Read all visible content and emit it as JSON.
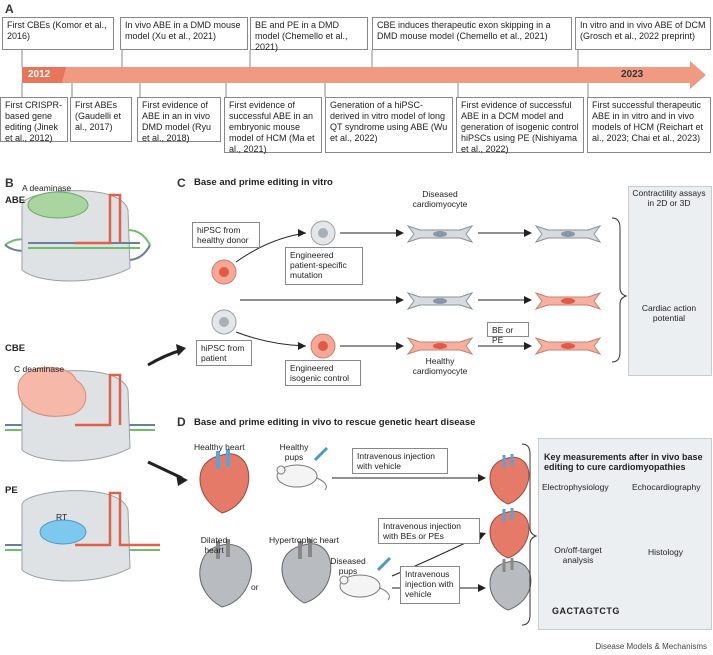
{
  "panels": {
    "a": "A",
    "b": "B",
    "c": "C",
    "d": "D"
  },
  "timeline": {
    "year_start": "2012",
    "year_end": "2023",
    "top": [
      "First CBEs (Komor et al., 2016)",
      "In vivo ABE in a DMD mouse model (Xu et al., 2021)",
      "BE and PE in a DMD model (Chemello et al., 2021)",
      "CBE induces therapeutic exon skipping in a DMD mouse model (Chemello et al., 2021)",
      "In vitro and in vivo ABE of DCM (Grosch et al., 2022 preprint)"
    ],
    "bottom": [
      "First CRISPR-based gene editing (Jinek et al., 2012)",
      "First ABEs (Gaudelli et al., 2017)",
      "First evidence of ABE in an in vivo DMD model (Ryu et al., 2018)",
      "First evidence of successful ABE in an embryonic mouse model of HCM (Ma et al., 2021)",
      "Generation of a hiPSC-derived in vitro model of long QT syndrome using ABE (Wu et al., 2022)",
      "First evidence of successful ABE in a DCM model and generation of isogenic control hiPSCs using PE (Nishiyama et al., 2022)",
      "First successful therapeutic ABE in in vitro and in vivo models of HCM (Reichart et al., 2023; Chai et al., 2023)"
    ]
  },
  "editors": {
    "abe": {
      "title": "ABE",
      "enzyme": "A deaminase"
    },
    "cbe": {
      "title": "CBE",
      "enzyme": "C deaminase"
    },
    "pe": {
      "title": "PE",
      "enzyme": "RT"
    }
  },
  "invitro": {
    "title": "Base and prime editing in vitro",
    "diseased": "Diseased cardiomyocyte",
    "hipsc_healthy": "hiPSC from healthy donor",
    "engineered_patient": "Engineered patient-specific mutation",
    "hipsc_patient": "hiPSC from patient",
    "engineered_iso": "Engineered isogenic control",
    "be_or_pe": "BE or PE",
    "healthy": "Healthy cardiomyocyte",
    "contractility": "Contractility assays in 2D or 3D",
    "action_potential": "Cardiac action potential"
  },
  "invivo": {
    "title": "Base and prime editing in vivo to rescue genetic heart disease",
    "healthy_heart": "Healthy heart",
    "healthy_pups": "Healthy pups",
    "inj_vehicle": "Intravenous injection with vehicle",
    "dilated": "Dilated heart",
    "or": "or",
    "hypertrophic": "Hypertrophic heart",
    "inj_be": "Intravenous injection with BEs or PEs",
    "diseased_pups": "Diseased pups",
    "inj_vehicle2": "Intravenous injection with vehicle",
    "key_title": "Key measurements after in vivo base editing to cure cardiomyopathies",
    "electro": "Electrophysiology",
    "echo": "Echocardiography",
    "onoff": "On/off-target analysis",
    "histology": "Histology",
    "sequence": "GACTAGTCTG"
  },
  "footer": "Disease Models & Mechanisms"
}
